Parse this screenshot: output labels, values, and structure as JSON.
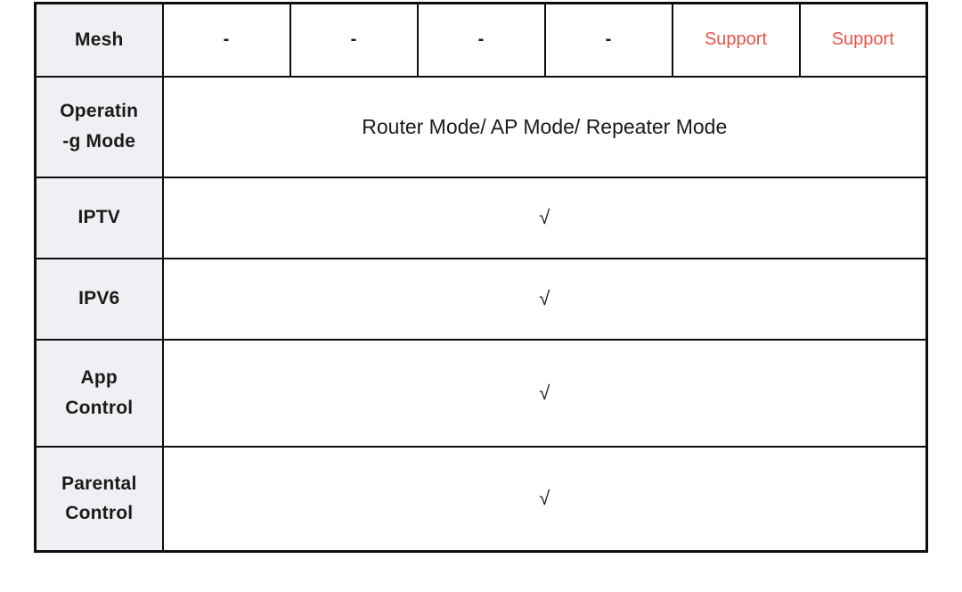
{
  "colors": {
    "support_accent": "#e8544a",
    "row_header_bg": "#f0eff4",
    "border": "#0d0d0d",
    "text": "#1a1a1a"
  },
  "table": {
    "rows": [
      {
        "label": "Mesh",
        "cells": [
          {
            "text": "-"
          },
          {
            "text": "-"
          },
          {
            "text": "-"
          },
          {
            "text": "-"
          },
          {
            "text": "Support"
          },
          {
            "text": "Support"
          }
        ]
      },
      {
        "label": "Operatin\n-g Mode",
        "span_text": "Router Mode/ AP Mode/ Repeater Mode"
      },
      {
        "label": "IPTV",
        "span_text": "√"
      },
      {
        "label": "IPV6",
        "span_text": "√"
      },
      {
        "label": "App\nControl",
        "span_text": "√"
      },
      {
        "label": "Parental\nControl",
        "span_text": "√"
      }
    ]
  }
}
